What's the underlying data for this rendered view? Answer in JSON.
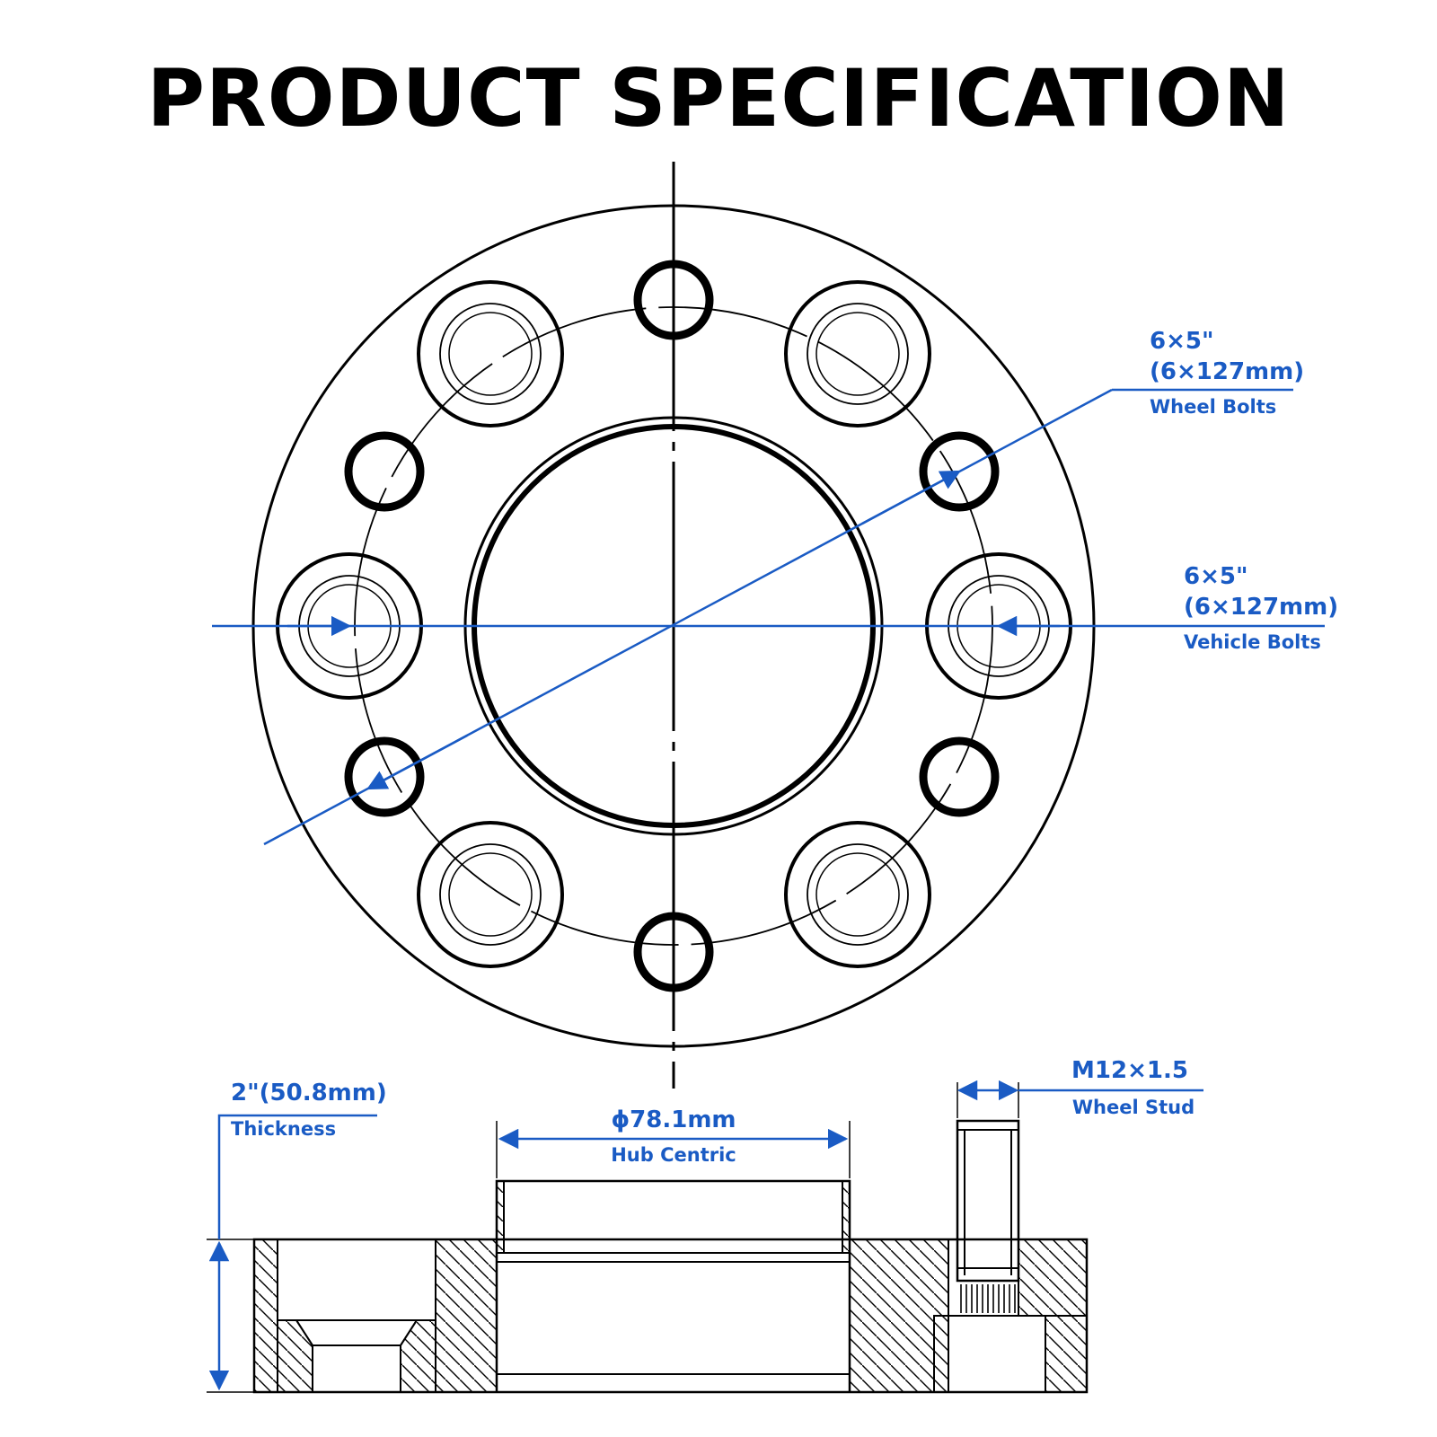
{
  "title": "PRODUCT SPECIFICATION",
  "colors": {
    "accent": "#1a5bc4",
    "ink": "#000000",
    "background": "#ffffff"
  },
  "wheel_bolts": {
    "primary": "6×5\"",
    "secondary": "(6×127mm)",
    "caption": "Wheel Bolts"
  },
  "vehicle_bolts": {
    "primary": "6×5\"",
    "secondary": "(6×127mm)",
    "caption": "Vehicle Bolts"
  },
  "thickness": {
    "value": "2\"(50.8mm)",
    "caption": "Thickness"
  },
  "hub_centric": {
    "value": "ϕ78.1mm",
    "caption": "Hub Centric"
  },
  "wheel_stud": {
    "value": "M12×1.5",
    "caption": "Wheel Stud"
  }
}
